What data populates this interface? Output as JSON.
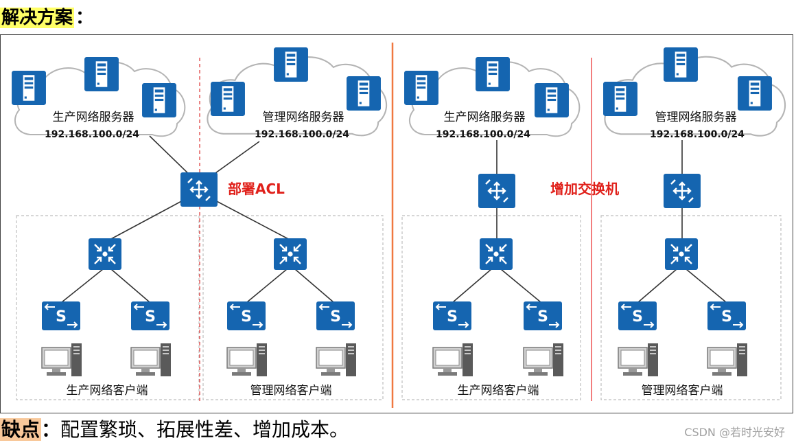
{
  "title": {
    "highlight": "解决方案",
    "colon": "："
  },
  "panels": {
    "acl": {
      "prod_cloud_name": "生产网络服务器",
      "prod_cloud_ip": "192.168.100.0/24",
      "mgmt_cloud_name": "管理网络服务器",
      "mgmt_cloud_ip": "192.168.100.0/24",
      "callout": "部署ACL",
      "prod_client_label": "生产网络客户端",
      "mgmt_client_label": "管理网络客户端"
    },
    "switch": {
      "prod_cloud_name": "生产网络服务器",
      "prod_cloud_ip": "192.168.100.0/24",
      "mgmt_cloud_name": "管理网络服务器",
      "mgmt_cloud_ip": "192.168.100.0/24",
      "callout": "增加交换机",
      "prod_client_label": "生产网络客户端",
      "mgmt_client_label": "管理网络客户端"
    }
  },
  "footer": {
    "highlight": "缺点",
    "colon": "：",
    "text": "配置繁琐、拓展性差、增加成本。"
  },
  "watermark": "CSDN @若时光安好",
  "colors": {
    "device_blue": "#1565b0",
    "callout_red": "#e0201a",
    "divider_orange": "#f07840",
    "dashed_red": "#e05050",
    "title_highlight": "#ffff66",
    "footer_highlight": "#f8c89a"
  },
  "icons": [
    "server-icon",
    "router-icon",
    "core-switch-icon",
    "access-switch-icon",
    "pc-icon",
    "cloud-icon"
  ]
}
